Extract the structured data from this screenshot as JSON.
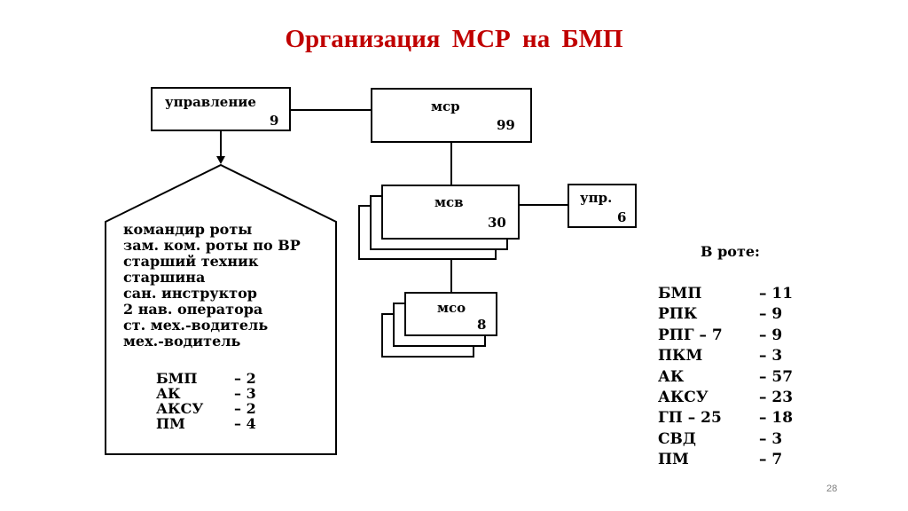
{
  "title": "Организация  МСР  на  БМП",
  "boxes": {
    "upravlenie": {
      "name": "управление",
      "count": "9"
    },
    "msr": {
      "name": "мср",
      "count": "99"
    },
    "msv": {
      "name": "мсв",
      "count": "30"
    },
    "upr": {
      "name": "упр.",
      "count": "6"
    },
    "mso": {
      "name": "мсо",
      "count": "8"
    }
  },
  "command_staff": [
    "командир роты",
    "зам. ком. роты по ВР",
    "старший техник",
    "старшина",
    "сан. инструктор",
    "2 нав. оператора",
    "ст. мех.-водитель",
    "мех.-водитель"
  ],
  "command_weapons": [
    {
      "name": "БМП",
      "count": "– 2"
    },
    {
      "name": "АК",
      "count": "– 3"
    },
    {
      "name": "АКСУ",
      "count": "– 2"
    },
    {
      "name": "ПМ",
      "count": "– 4"
    }
  ],
  "roster_title": "В роте:",
  "roster": [
    {
      "name": "БМП",
      "count": "– 11"
    },
    {
      "name": "РПК",
      "count": "– 9"
    },
    {
      "name": "РПГ – 7",
      "count": "– 9"
    },
    {
      "name": "ПКМ",
      "count": "– 3"
    },
    {
      "name": "АК",
      "count": "– 57"
    },
    {
      "name": "АКСУ",
      "count": "– 23"
    },
    {
      "name": "ГП – 25",
      "count": "– 18"
    },
    {
      "name": "СВД",
      "count": "– 3"
    },
    {
      "name": "ПМ",
      "count": "– 7"
    }
  ],
  "page_number": "28"
}
